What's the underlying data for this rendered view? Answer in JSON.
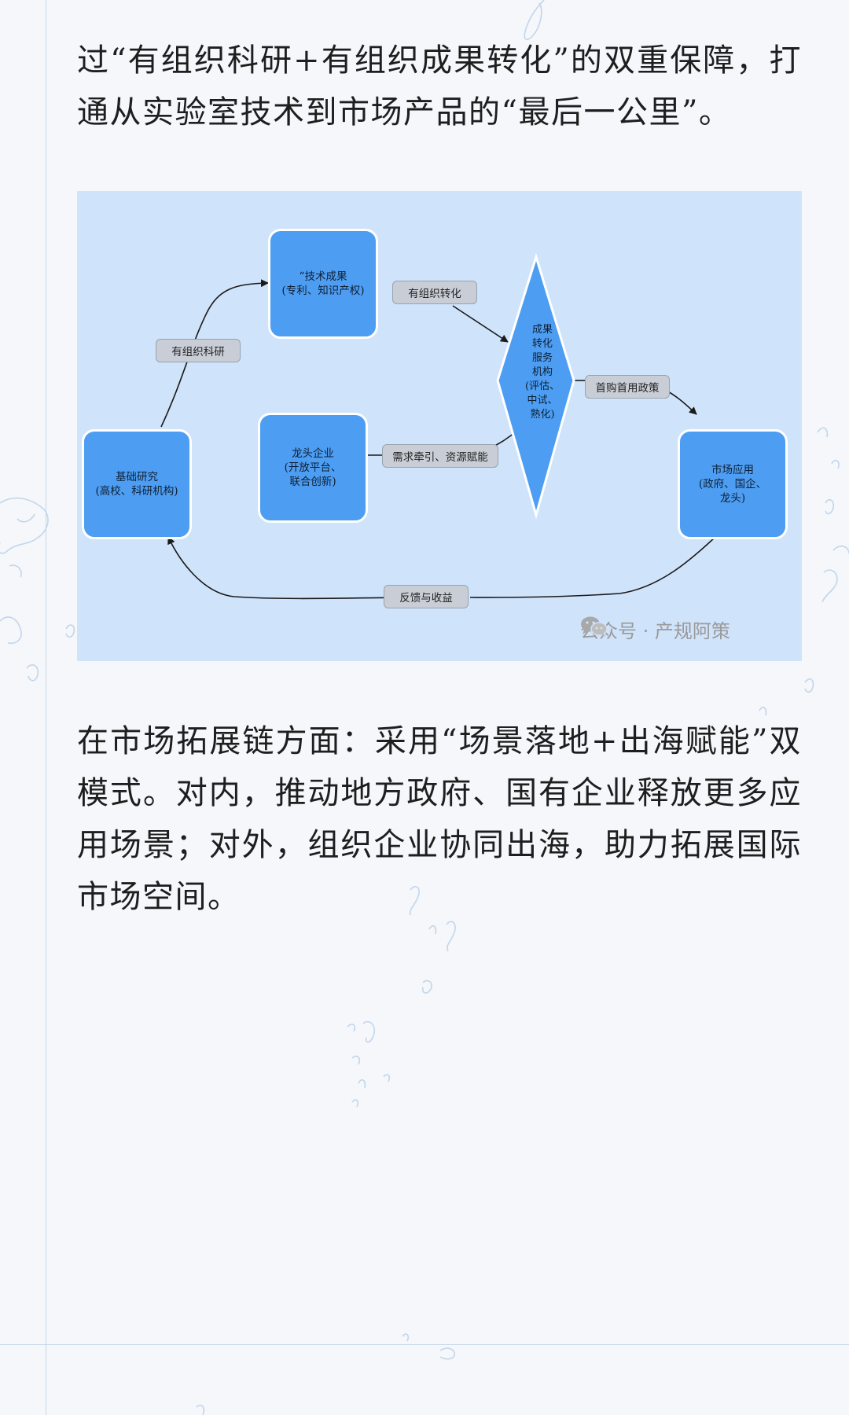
{
  "paragraphs": {
    "p1": "过“有组织科研+有组织成果转化”的双重保障，打通从实验室技术到市场产品的“最后一公里”。",
    "p2": "在市场拓展链方面：采用“场景落地+出海赋能”双模式。对内，推动地方政府、国有企业释放更多应用场景；对外，组织企业协同出海，助力拓展国际市场空间。"
  },
  "diagram": {
    "nodes": {
      "basic_research": {
        "line1": "基础研究",
        "line2": "(高校、科研机构)"
      },
      "tech_results": {
        "line1": "“技术成果",
        "line2": "(专利、知识产权)"
      },
      "leading_enterprise": {
        "line1": "龙头企业",
        "line2": "(开放平台、",
        "line3": "联合创新)"
      },
      "market_application": {
        "line1": "市场应用",
        "line2": "(政府、国企、",
        "line3": "龙头)"
      },
      "transfer_institution": [
        "成果",
        "转化",
        "服务",
        "机构",
        "(评估、",
        "中试、",
        "熟化)"
      ]
    },
    "edges": {
      "organized_research": "有组织科研",
      "organized_transfer": "有组织转化",
      "demand_resources": "需求牵引、资源赋能",
      "first_purchase": "首购首用政策",
      "feedback": "反馈与收益"
    },
    "colors": {
      "background": "#cfe3fb",
      "node_fill": "#4d9ef2",
      "tag_fill": "#c9ced6"
    }
  },
  "watermark": {
    "icon": "wechat-icon",
    "text": "公众号 · 产规阿策"
  }
}
